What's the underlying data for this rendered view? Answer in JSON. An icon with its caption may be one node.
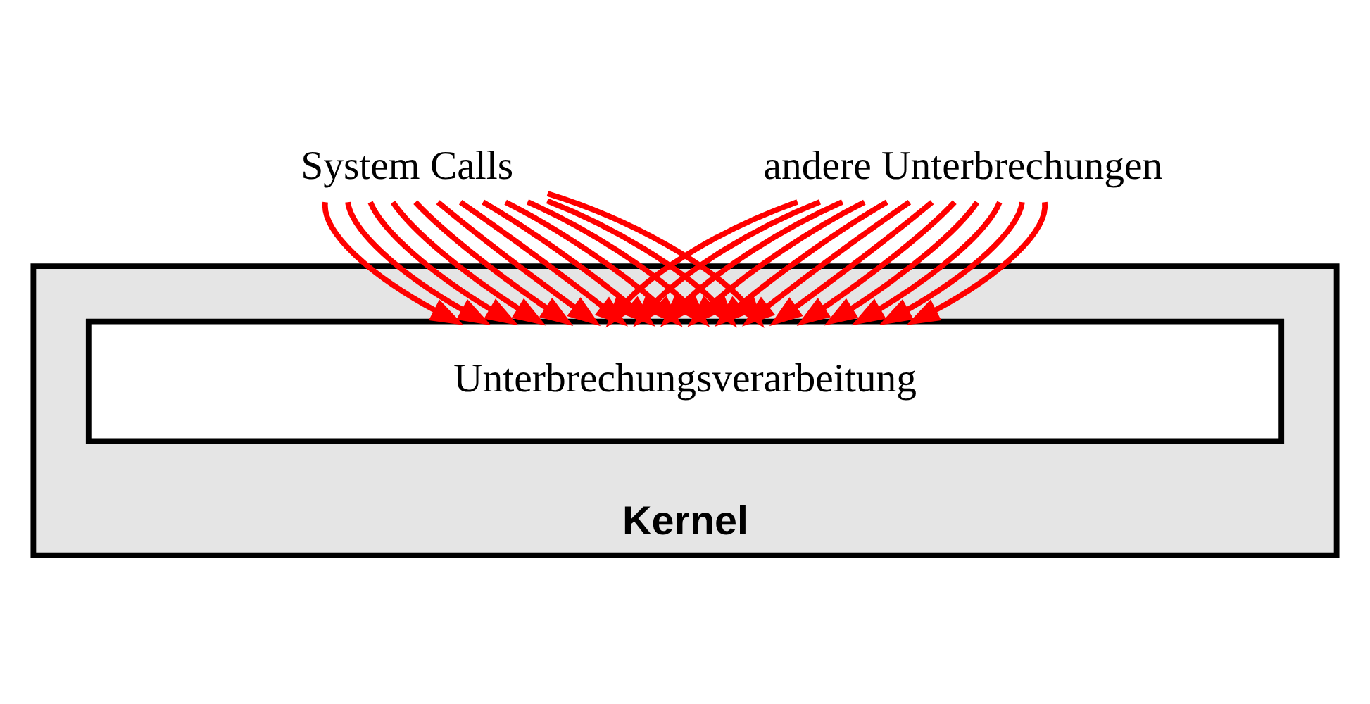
{
  "diagram": {
    "nodes": [
      {
        "text": [
          "Kernel"
        ]
      },
      {
        "text": [
          "Unterbrechungsverarbeitung"
        ],
        "in": 0
      },
      {
        "text": [
          "System Calls"
        ]
      },
      {
        "text": [
          "andere Unterbrechungen"
        ]
      }
    ],
    "edges": [
      {
        "from": 2,
        "to": 1,
        "arrow": "to"
      },
      {
        "from": 2,
        "to": 1,
        "arrow": "to"
      },
      {
        "from": 2,
        "to": 1,
        "arrow": "to"
      },
      {
        "from": 2,
        "to": 1,
        "arrow": "to"
      },
      {
        "from": 2,
        "to": 1,
        "arrow": "to"
      },
      {
        "from": 2,
        "to": 1,
        "arrow": "to"
      },
      {
        "from": 2,
        "to": 1,
        "arrow": "to"
      },
      {
        "from": 2,
        "to": 1,
        "arrow": "to"
      },
      {
        "from": 2,
        "to": 1,
        "arrow": "to"
      },
      {
        "from": 2,
        "to": 1,
        "arrow": "to"
      },
      {
        "from": 2,
        "to": 1,
        "arrow": "to"
      },
      {
        "from": 2,
        "to": 1,
        "arrow": "to"
      },
      {
        "from": 3,
        "to": 1,
        "arrow": "to"
      },
      {
        "from": 3,
        "to": 1,
        "arrow": "to"
      },
      {
        "from": 3,
        "to": 1,
        "arrow": "to"
      },
      {
        "from": 3,
        "to": 1,
        "arrow": "to"
      },
      {
        "from": 3,
        "to": 1,
        "arrow": "to"
      },
      {
        "from": 3,
        "to": 1,
        "arrow": "to"
      },
      {
        "from": 3,
        "to": 1,
        "arrow": "to"
      },
      {
        "from": 3,
        "to": 1,
        "arrow": "to"
      },
      {
        "from": 3,
        "to": 1,
        "arrow": "to"
      },
      {
        "from": 3,
        "to": 1,
        "arrow": "to"
      },
      {
        "from": 3,
        "to": 1,
        "arrow": "to"
      },
      {
        "from": 3,
        "to": 1,
        "arrow": "to"
      }
    ]
  }
}
